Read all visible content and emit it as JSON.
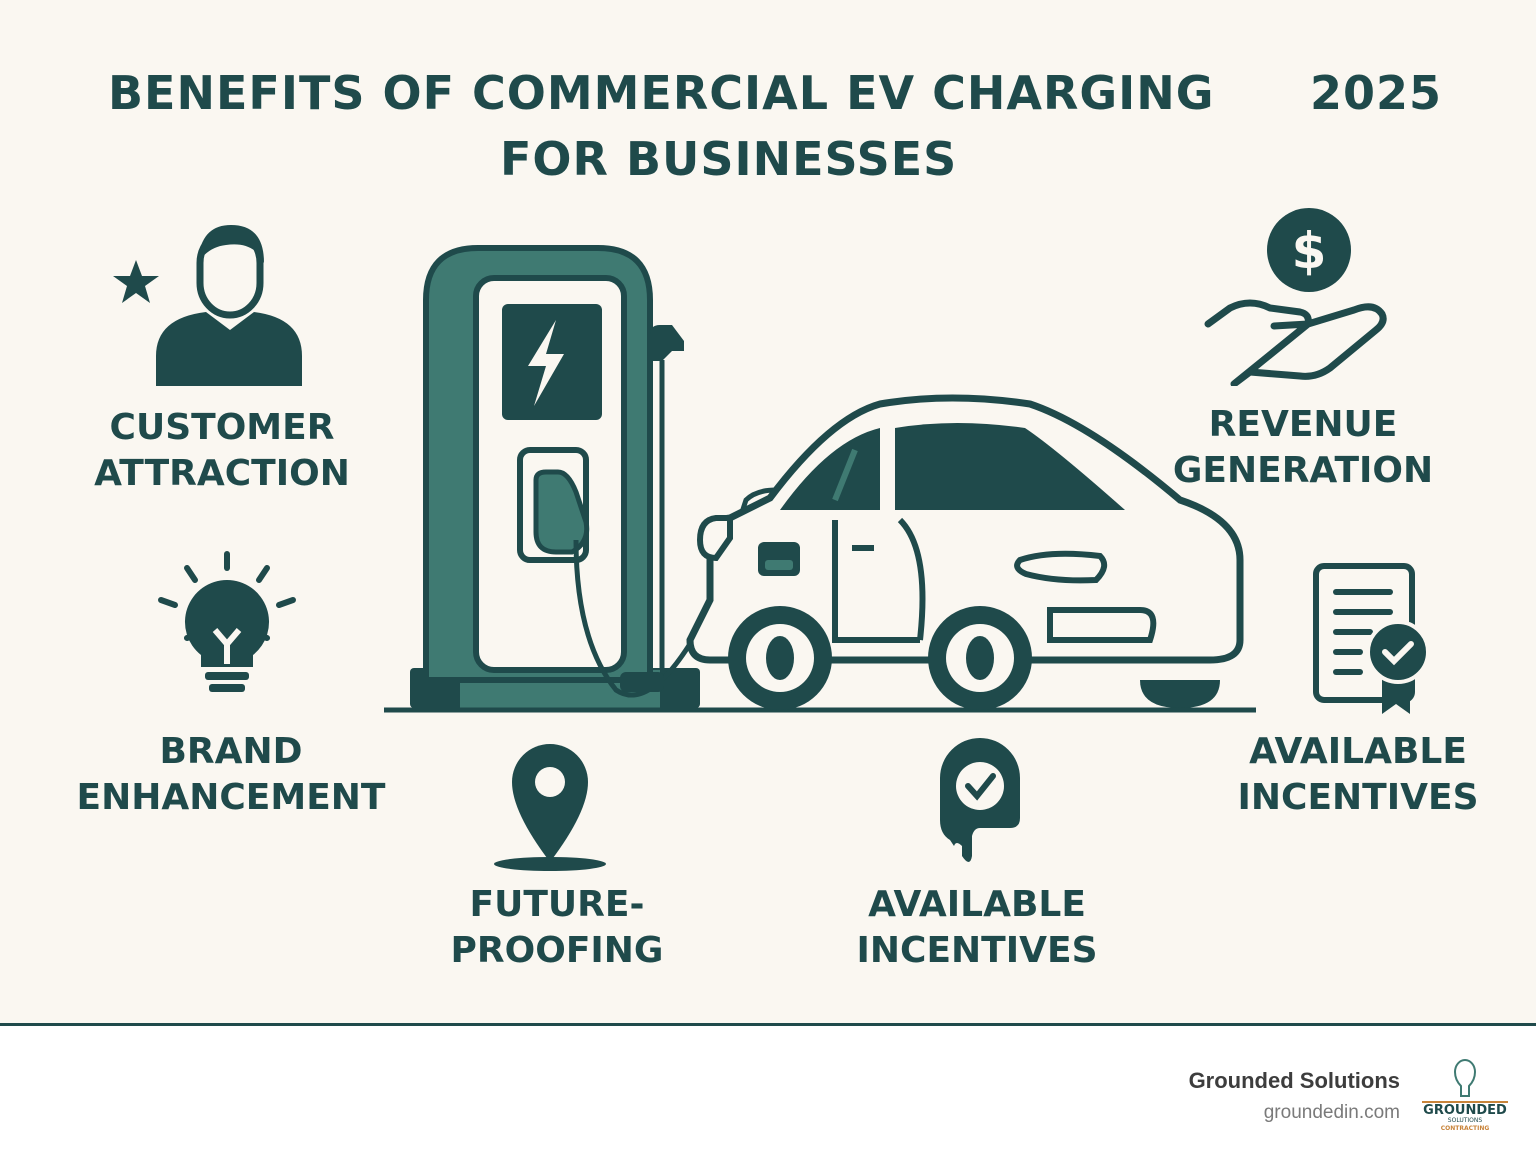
{
  "header": {
    "title_line1": "BENEFITS OF COMMERCIAL EV CHARGING",
    "title_line2": "FOR BUSINESSES",
    "year": "2025"
  },
  "benefits": [
    {
      "line1": "CUSTOMER",
      "line2": "ATTRACTION",
      "icon": "person-star-icon"
    },
    {
      "line1": "REVENUE",
      "line2": "GENERATION",
      "icon": "hand-dollar-icon"
    },
    {
      "line1": "BRAND",
      "line2": "ENHANCEMENT",
      "icon": "lightbulb-icon"
    },
    {
      "line1": "AVAILABLE",
      "line2": "INCENTIVES",
      "icon": "certificate-icon"
    },
    {
      "line1": "FUTURE-",
      "line2": "PROOFING",
      "icon": "location-pin-icon"
    },
    {
      "line1": "AVAILABLE",
      "line2": "INCENTIVES",
      "icon": "badge-check-icon"
    }
  ],
  "footer": {
    "company": "Grounded Solutions",
    "website": "groundedin.com",
    "logo_text": "GROUNDED SOLUTIONS CONTRACTING"
  },
  "colors": {
    "primary": "#1f4a4b",
    "accent": "#3f7a72",
    "background": "#faf7f1"
  }
}
